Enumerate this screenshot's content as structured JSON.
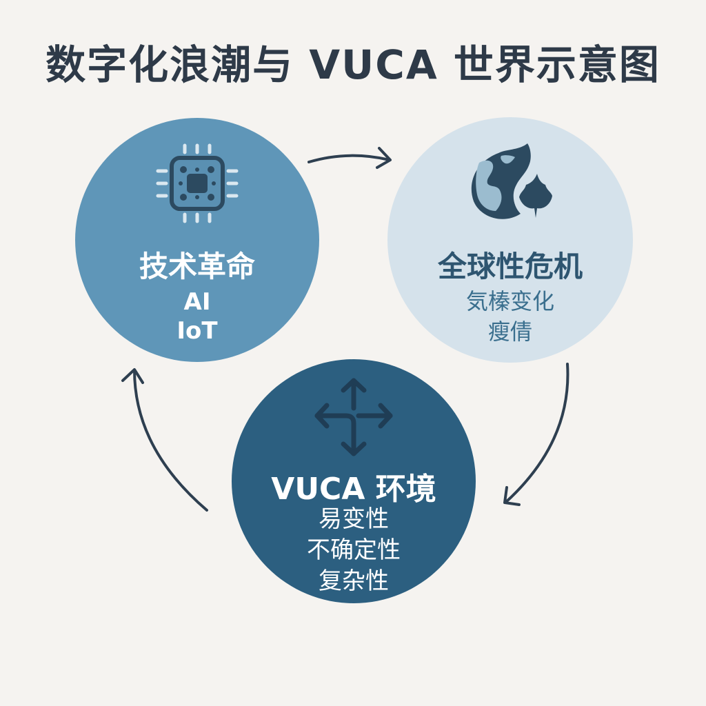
{
  "title": "数字化浪潮与 VUCA 世界示意图",
  "colors": {
    "background": "#f5f3f0",
    "title": "#2e3a48",
    "tech_circle": "#5f96b8",
    "crisis_circle": "#d5e2eb",
    "vuca_circle": "#2c5f80",
    "arrow": "#2e3f50",
    "icon_dark": "#2c4a60"
  },
  "nodes": [
    {
      "id": "tech",
      "icon": "chip-icon",
      "heading": "技术革命",
      "items": [
        "AI",
        "IoT"
      ]
    },
    {
      "id": "crisis",
      "icon": "globe-leaf-icon",
      "heading": "全球性危机",
      "items": [
        "気榛变化",
        "瘦倩"
      ]
    },
    {
      "id": "vuca",
      "icon": "four-way-arrows-icon",
      "heading": "VUCA 环境",
      "items": [
        "易变性",
        "不确定性",
        "复杂性"
      ]
    }
  ],
  "edges": [
    {
      "from": "tech",
      "to": "crisis"
    },
    {
      "from": "crisis",
      "to": "vuca"
    },
    {
      "from": "vuca",
      "to": "tech"
    }
  ]
}
